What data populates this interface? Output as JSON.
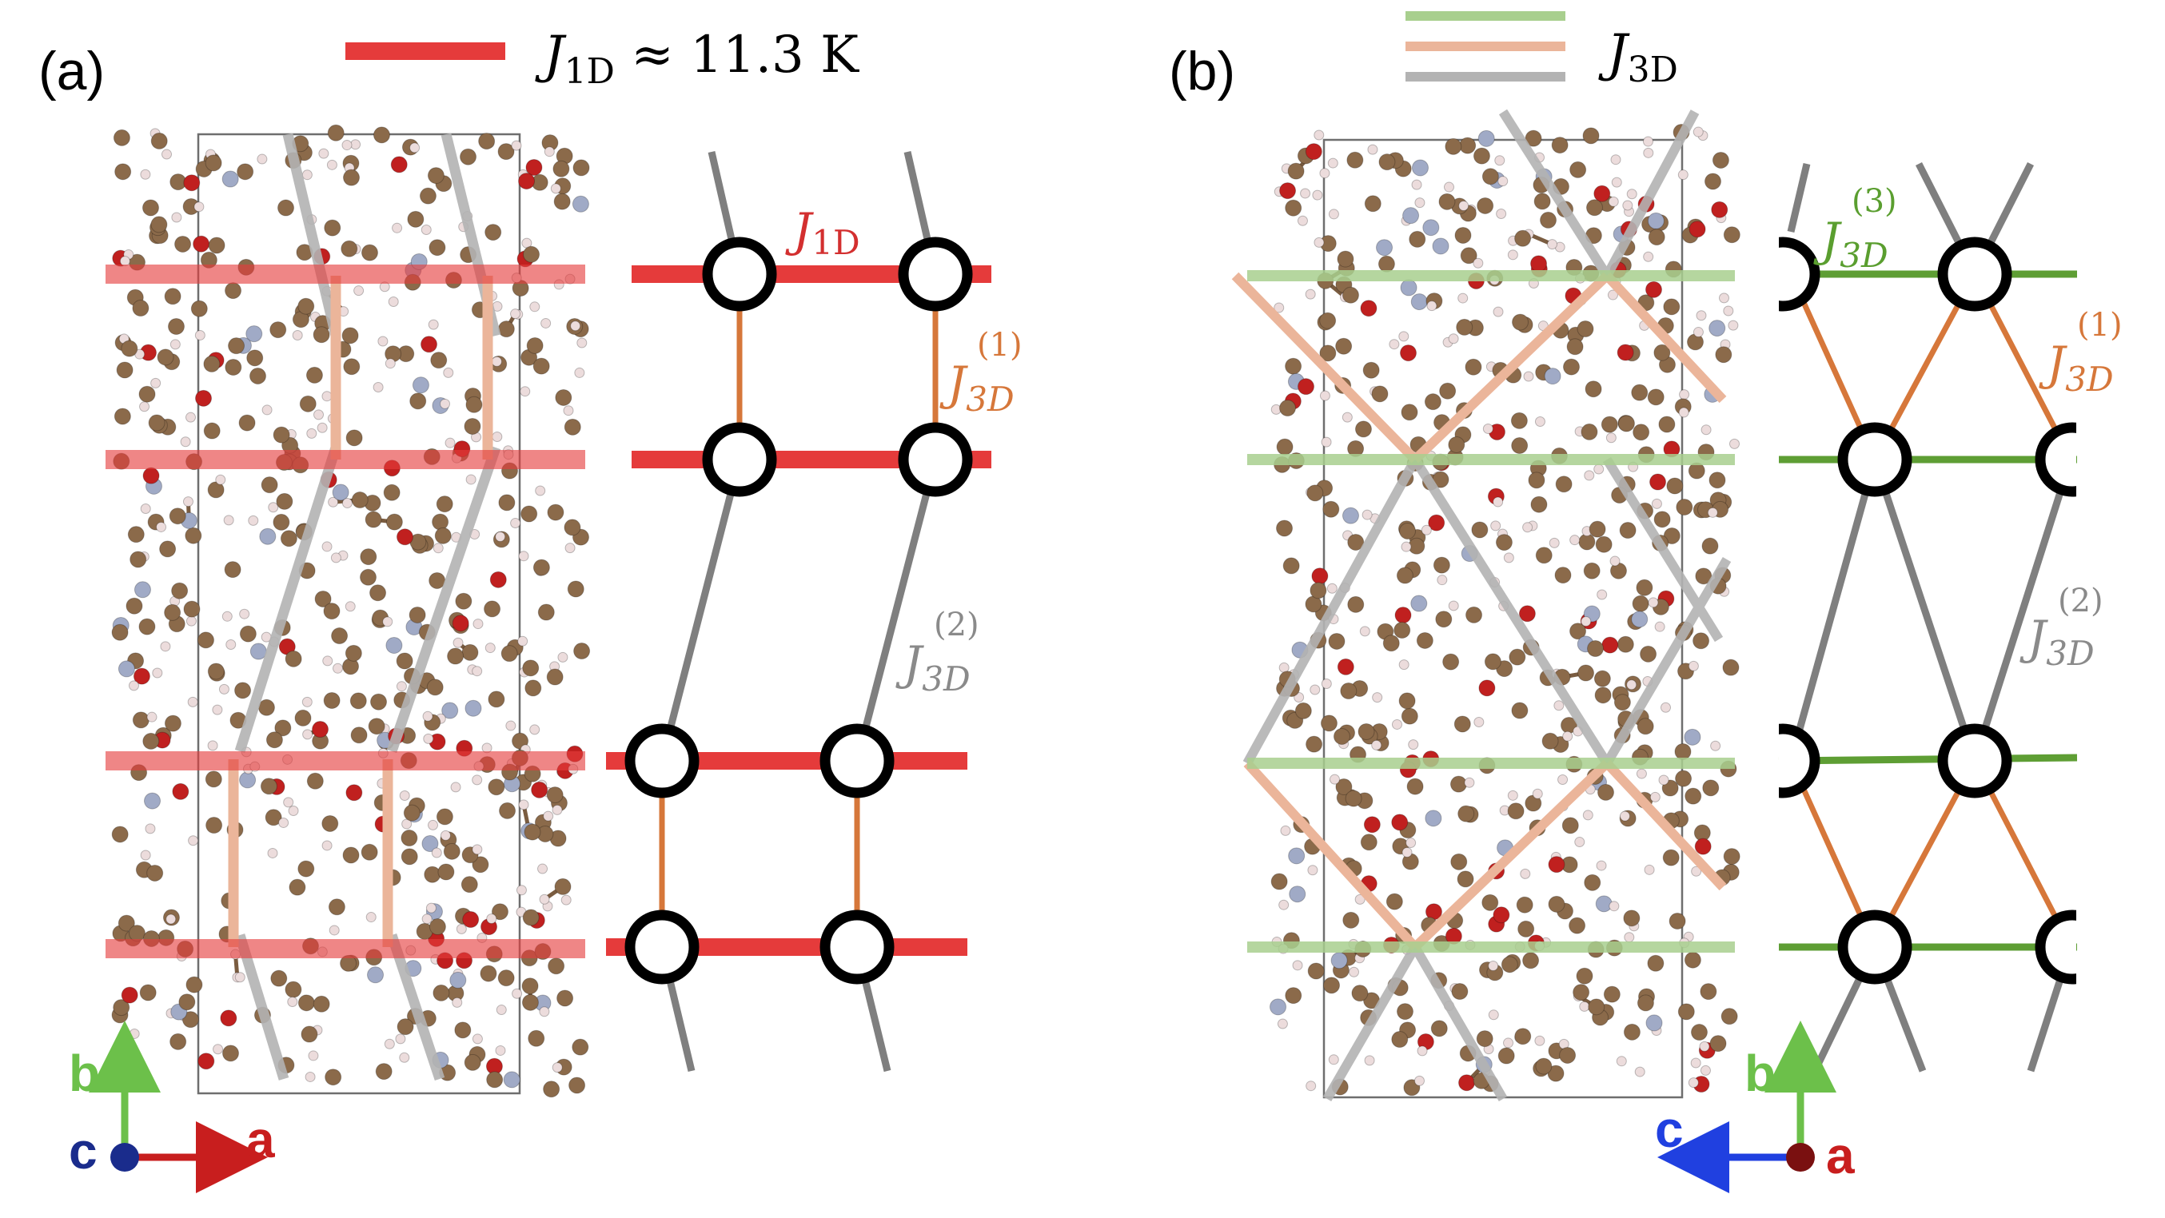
{
  "panels": [
    {
      "label": "(a)",
      "legend": [
        {
          "color": "#e53b3b",
          "text_main": "J",
          "text_sub": "1D",
          "text_tail": " ≈ 11.3 K"
        }
      ],
      "lattice_labels": [
        {
          "main": "J",
          "sub": "1D",
          "sup": "",
          "color": "#d32f2f"
        },
        {
          "main": "J",
          "sub": "3D",
          "sup": "(1)",
          "color": "#d6773a"
        },
        {
          "main": "J",
          "sub": "3D",
          "sup": "(2)",
          "color": "#8a8a8a"
        }
      ],
      "axes": {
        "vertical": "b",
        "horizontal": "a",
        "out_of_plane": "c"
      }
    },
    {
      "label": "(b)",
      "legend": [
        {
          "color": "#a8cf8e",
          "text_main": "",
          "text_sub": "",
          "text_tail": ""
        },
        {
          "color": "#ebb59a",
          "text_main": "J",
          "text_sub": "3D",
          "text_tail": ""
        },
        {
          "color": "#b3b3b3",
          "text_main": "",
          "text_sub": "",
          "text_tail": ""
        }
      ],
      "lattice_labels": [
        {
          "main": "J",
          "sub": "3D",
          "sup": "(3)",
          "color": "#5a9e2f"
        },
        {
          "main": "J",
          "sub": "3D",
          "sup": "(1)",
          "color": "#d6773a"
        },
        {
          "main": "J",
          "sub": "3D",
          "sup": "(2)",
          "color": "#8a8a8a"
        }
      ],
      "axes": {
        "vertical": "b",
        "horizontal": "c",
        "out_of_plane": "a"
      }
    }
  ],
  "colors": {
    "j1d": "#e53b3b",
    "j3d1": "#d6773a",
    "j3d2": "#7f7f7f",
    "j3d3": "#5e9e34",
    "atom_carbon": "#8b6a4a",
    "atom_oxygen": "#c0201f",
    "atom_nitrogen": "#a0aac6",
    "atom_hydrogen": "#ecdcdc",
    "axis_b": "#6cc04a",
    "axis_a": "#c81e1e",
    "axis_c_a": "#1a2c8c",
    "axis_c_b": "#2040e0"
  }
}
